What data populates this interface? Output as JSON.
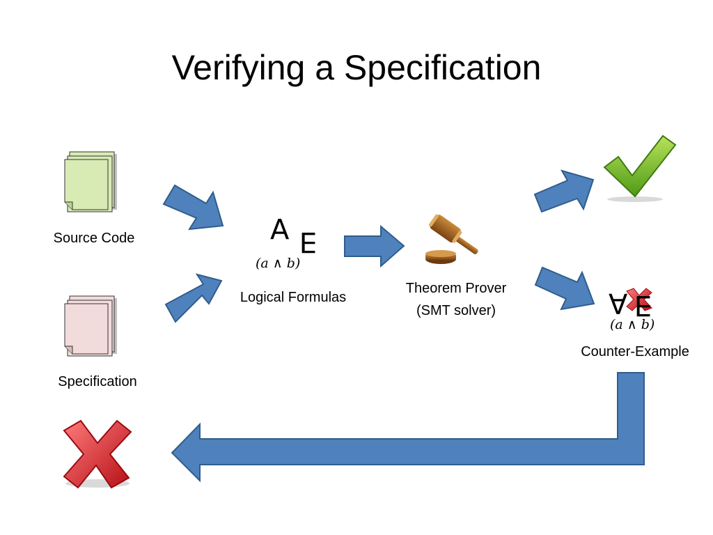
{
  "title": "Verifying a Specification",
  "labels": {
    "source_code": "Source Code",
    "specification": "Specification",
    "logical_formulas": "Logical Formulas",
    "theorem_prover_line1": "Theorem Prover",
    "theorem_prover_line2": "(SMT solver)",
    "counter_example": "Counter-Example"
  },
  "symbols": {
    "forall": "∀",
    "exists": "∃",
    "formula": "(a ∧ b)"
  },
  "colors": {
    "arrow_fill": "#4f81bd",
    "arrow_stroke": "#2f5d8c",
    "source_doc": "#d8ebb5",
    "spec_doc": "#f2dcdb",
    "check": "#7cbf2a",
    "cross": "#d9262c"
  },
  "icons": {
    "source_doc": "document-stack-icon",
    "spec_doc": "document-stack-icon",
    "prover": "gavel-icon",
    "success": "checkmark-icon",
    "failure": "x-mark-icon"
  }
}
